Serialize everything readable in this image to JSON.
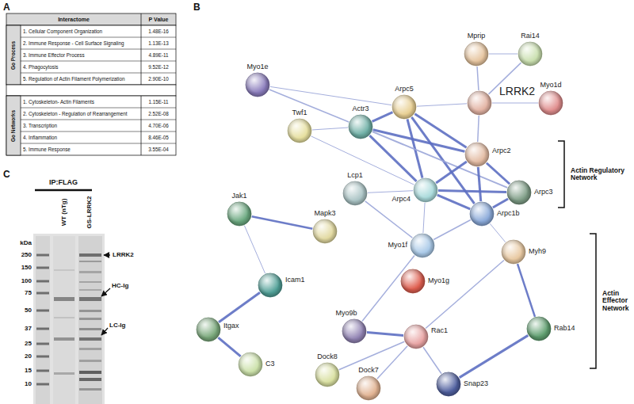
{
  "diagram": {
    "nodes": [
      {
        "text": [
          "Mprip"
        ]
      },
      {
        "text": [
          "Rai14"
        ]
      },
      {
        "text": [
          "Myo1e"
        ]
      },
      {
        "text": [
          "Arpc5"
        ]
      },
      {
        "text": [
          "LRRK2"
        ]
      },
      {
        "text": [
          "Myo1d"
        ]
      },
      {
        "text": [
          "Twf1"
        ]
      },
      {
        "text": [
          "Actr3"
        ]
      },
      {
        "text": [
          "Arpc2"
        ]
      },
      {
        "text": [
          "Arpc3"
        ]
      },
      {
        "text": [
          "Jak1"
        ]
      },
      {
        "text": [
          "Lcp1"
        ]
      },
      {
        "text": [
          "Arpc4"
        ]
      },
      {
        "text": [
          "Arpc1b"
        ]
      },
      {
        "text": [
          "Mapk3"
        ]
      },
      {
        "text": [
          "Myo1f"
        ]
      },
      {
        "text": [
          "Myh9"
        ]
      },
      {
        "text": [
          "Icam1"
        ]
      },
      {
        "text": [
          "Myo1g"
        ]
      },
      {
        "text": [
          "Itgax"
        ]
      },
      {
        "text": [
          "Myo9b"
        ]
      },
      {
        "text": [
          "Rac1"
        ]
      },
      {
        "text": [
          "Rab14"
        ]
      },
      {
        "text": [
          "C3"
        ]
      },
      {
        "text": [
          "Dock8"
        ]
      },
      {
        "text": [
          "Snap23"
        ]
      },
      {
        "text": [
          "Dock7"
        ]
      }
    ],
    "edges": [
      {
        "from": 0,
        "to": 1,
        "arrow": "none"
      },
      {
        "from": 0,
        "to": 4,
        "arrow": "none"
      },
      {
        "from": 1,
        "to": 4,
        "arrow": "none"
      },
      {
        "from": 4,
        "to": 5,
        "arrow": "none"
      },
      {
        "from": 4,
        "to": 3,
        "arrow": "none"
      },
      {
        "from": 4,
        "to": 8,
        "arrow": "none"
      },
      {
        "from": 2,
        "to": 3,
        "arrow": "none"
      },
      {
        "from": 2,
        "to": 7,
        "arrow": "none"
      },
      {
        "from": 6,
        "to": 7,
        "arrow": "none"
      },
      {
        "from": 6,
        "to": 12,
        "arrow": "none"
      },
      {
        "from": 3,
        "to": 7,
        "arrow": "none"
      },
      {
        "from": 3,
        "to": 8,
        "arrow": "none"
      },
      {
        "from": 3,
        "to": 12,
        "arrow": "none"
      },
      {
        "from": 3,
        "to": 13,
        "arrow": "none"
      },
      {
        "from": 7,
        "to": 8,
        "arrow": "none"
      },
      {
        "from": 7,
        "to": 12,
        "arrow": "none"
      },
      {
        "from": 7,
        "to": 9,
        "arrow": "none"
      },
      {
        "from": 8,
        "to": 12,
        "arrow": "none"
      },
      {
        "from": 8,
        "to": 9,
        "arrow": "none"
      },
      {
        "from": 8,
        "to": 13,
        "arrow": "none"
      },
      {
        "from": 12,
        "to": 9,
        "arrow": "none"
      },
      {
        "from": 12,
        "to": 13,
        "arrow": "none"
      },
      {
        "from": 9,
        "to": 13,
        "arrow": "none"
      },
      {
        "from": 11,
        "to": 12,
        "arrow": "none"
      },
      {
        "from": 11,
        "to": 15,
        "arrow": "none"
      },
      {
        "from": 12,
        "to": 15,
        "arrow": "none"
      },
      {
        "from": 13,
        "to": 15,
        "arrow": "none"
      },
      {
        "from": 13,
        "to": 16,
        "arrow": "none"
      },
      {
        "from": 10,
        "to": 14,
        "arrow": "none"
      },
      {
        "from": 10,
        "to": 17,
        "arrow": "none"
      },
      {
        "from": 15,
        "to": 20,
        "arrow": "none"
      },
      {
        "from": 17,
        "to": 19,
        "arrow": "none"
      },
      {
        "from": 19,
        "to": 23,
        "arrow": "none"
      },
      {
        "from": 20,
        "to": 21,
        "arrow": "none"
      },
      {
        "from": 21,
        "to": 24,
        "arrow": "none"
      },
      {
        "from": 21,
        "to": 26,
        "arrow": "none"
      },
      {
        "from": 21,
        "to": 25,
        "arrow": "none"
      },
      {
        "from": 21,
        "to": 16,
        "arrow": "none"
      },
      {
        "from": 16,
        "to": 22,
        "arrow": "none"
      },
      {
        "from": 22,
        "to": 25,
        "arrow": "none"
      }
    ],
    "labels": [
      "A",
      "B",
      "C",
      "Interactome",
      "P Value",
      "Go Process",
      "1. Cellular Component Organization",
      "1.48E-16",
      "2. Immune Response - Cell Surface Signaling",
      "1.13E-13",
      "3. Immune Effector Process",
      "4.89E-11",
      "4. Phagocytosis",
      "9.52E-12",
      "5. Regulation of Actin Filament Polymerization",
      "2.90E-10",
      "Go Networks",
      "1. Cytoskeleton- Actin Filaments",
      "1.15E-11",
      "2. Cytoskeleton - Regulation of Rearrangement",
      "2.52E-08",
      "3. Transcription",
      "4.70E-06",
      "4. Inflammation",
      "8.46E-05",
      "5. Immune Response",
      "3.55E-04",
      "Actin Regulatory Network",
      "Actin Effector Network",
      "IP:FLAG",
      "WT (nTg)",
      "GS-LRRK2",
      "kDa",
      "250",
      "150",
      "100",
      "75",
      "50",
      "37",
      "25",
      "20",
      "15",
      "10",
      "LRRK2",
      "HC-Ig",
      "LC-Ig"
    ]
  }
}
